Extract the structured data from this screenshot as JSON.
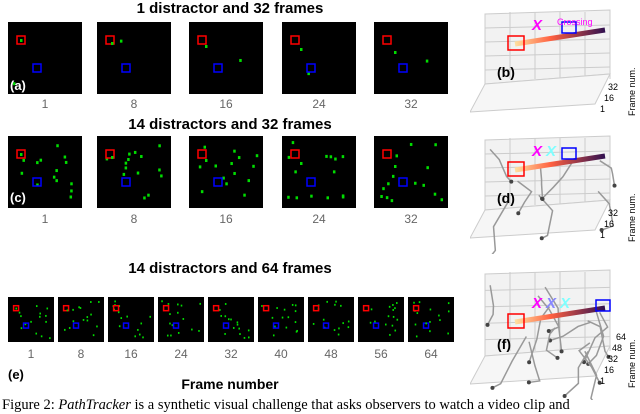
{
  "rows": [
    {
      "title": "1 distractor and 32 frames",
      "panel": "(a)",
      "frames": [
        "1",
        "8",
        "16",
        "24",
        "32"
      ],
      "distractors": 1
    },
    {
      "title": "14 distractors and 32 frames",
      "panel": "(c)",
      "frames": [
        "1",
        "8",
        "16",
        "24",
        "32"
      ],
      "distractors": 14
    },
    {
      "title": "14 distractors and 64 frames",
      "panel": "(e)",
      "frames": [
        "1",
        "8",
        "16",
        "24",
        "32",
        "40",
        "48",
        "56",
        "64"
      ],
      "distractors": 14
    }
  ],
  "x_axis_label": "Frame number",
  "panels_3d": [
    {
      "label": "(b)",
      "axis_label": "Frame num.",
      "ticks": [
        "1",
        "16",
        "32"
      ],
      "annotation": "Crossing",
      "crossings": [
        "#ff00ff"
      ]
    },
    {
      "label": "(d)",
      "axis_label": "Frame num.",
      "ticks": [
        "1",
        "16",
        "32"
      ],
      "crossings": [
        "#ff00ff",
        "#7fffff"
      ]
    },
    {
      "label": "(f)",
      "axis_label": "Frame num.",
      "ticks": [
        "1",
        "16",
        "32",
        "48",
        "64"
      ],
      "crossings": [
        "#ff00ff",
        "#8888ff",
        "#7fffff"
      ]
    }
  ],
  "colors": {
    "start_marker": "#ff0000",
    "goal_marker": "#0000ff",
    "distractor": "#00dd00"
  },
  "caption": {
    "prefix": "Figure 2: ",
    "italic": "PathTracker",
    "rest": " is a synthetic visual challenge that asks observers to watch a video clip and"
  }
}
